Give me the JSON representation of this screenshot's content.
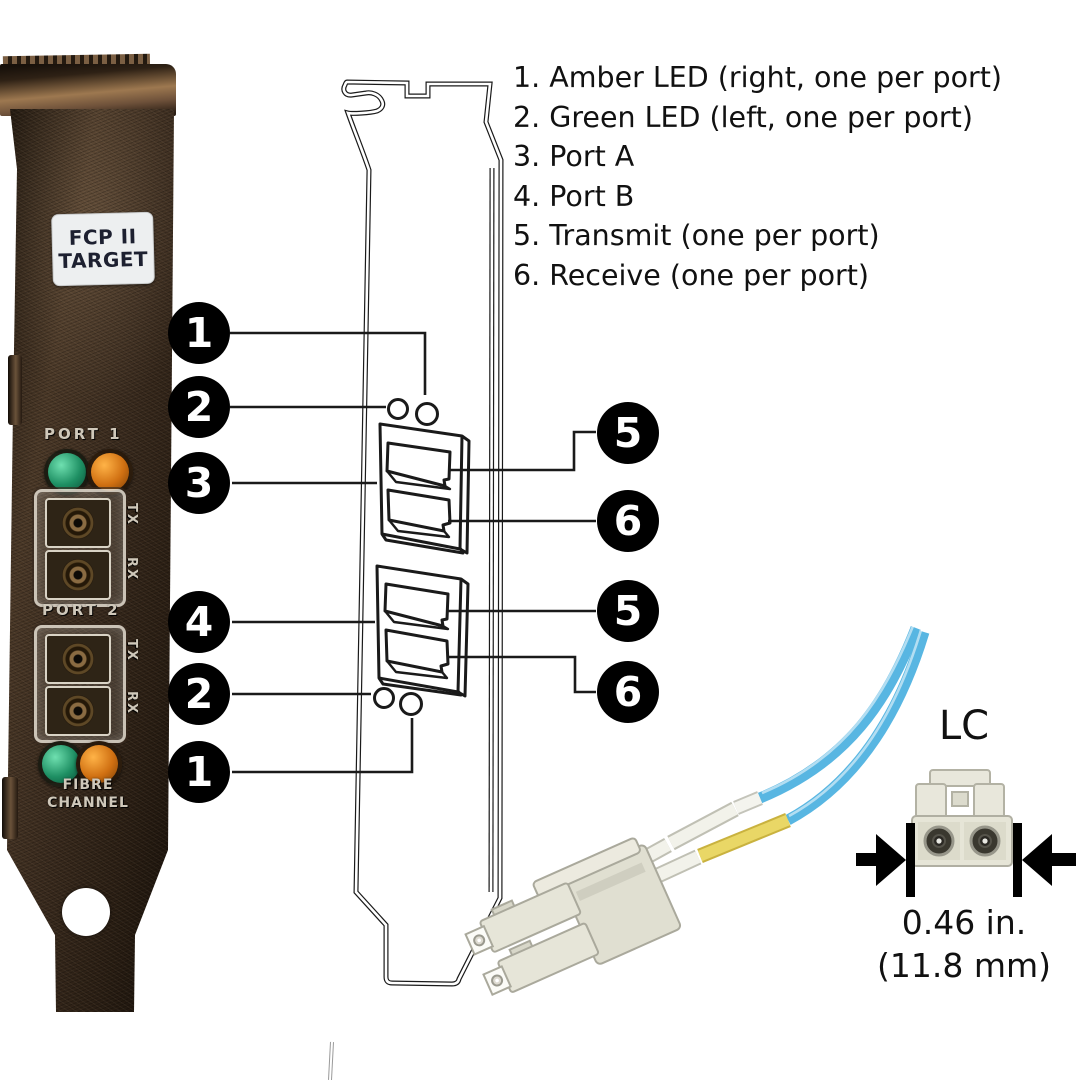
{
  "legend": {
    "items": [
      "1. Amber LED (right, one per port)",
      "2. Green LED (left, one per port)",
      "3. Port A",
      "4. Port B",
      "5. Transmit (one per port)",
      "6. Receive (one per port)"
    ]
  },
  "card": {
    "label_line1": "FCP II",
    "label_line2": "TARGET",
    "port1_label": "PORT 1",
    "port2_label": "PORT 2",
    "tx_label": "TX",
    "rx_label": "RX",
    "fibre_line1": "FIBRE",
    "fibre_line2": "CHANNEL"
  },
  "callouts": {
    "left": [
      "1",
      "2",
      "3",
      "4",
      "2",
      "1"
    ],
    "right": [
      "5",
      "6",
      "5",
      "6"
    ]
  },
  "lc": {
    "title": "LC",
    "dim_in": "0.46 in.",
    "dim_mm": "(11.8 mm)"
  },
  "colors": {
    "green_led": "#1e8f63",
    "amber_led": "#d07012",
    "cable_blue": "#58b6e2",
    "cable_yellow": "#e9d766",
    "connector_beige": "#e6e5d7",
    "metal_dark": "#3a2c20",
    "line_art": "#1a1a1a"
  }
}
